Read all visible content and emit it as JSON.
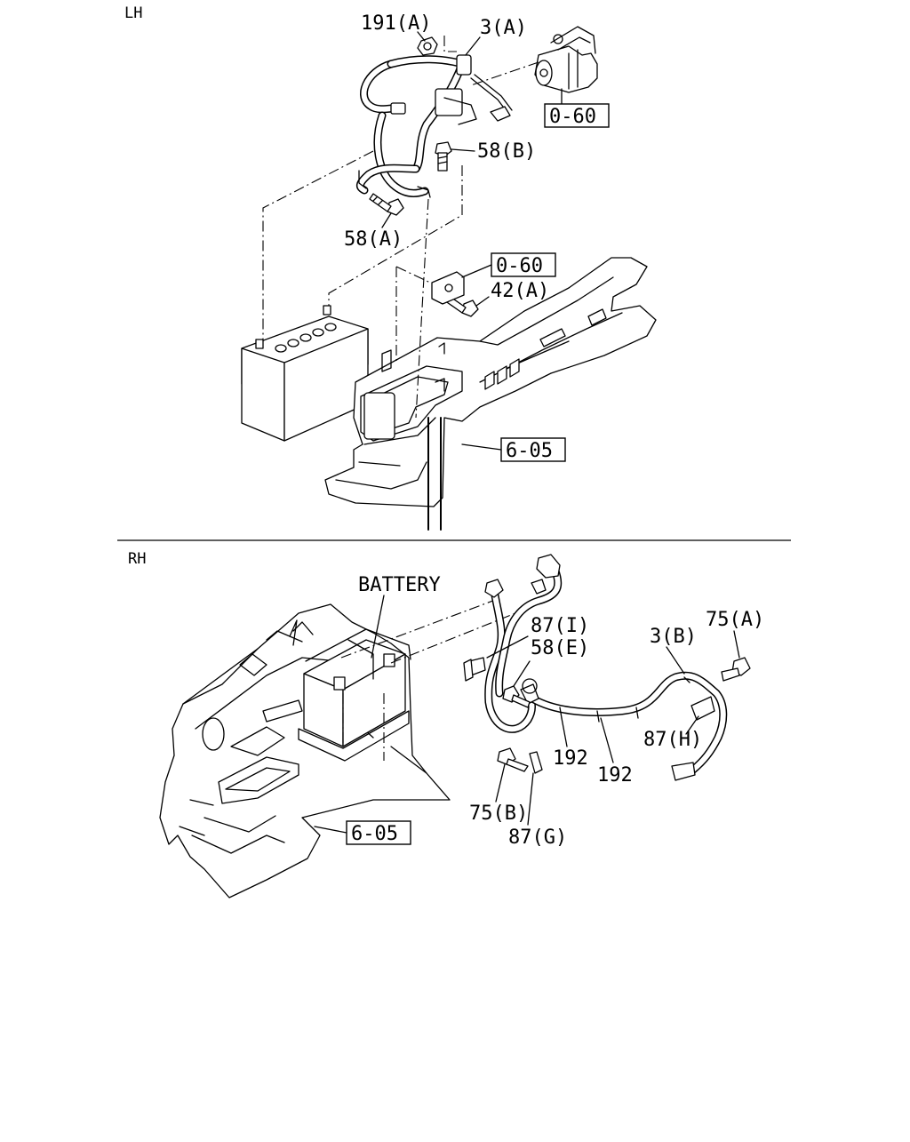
{
  "sections": {
    "lh": {
      "label": "LH"
    },
    "rh": {
      "label": "RH"
    }
  },
  "lh_parts": {
    "p191a": "191(A)",
    "p3a": "3(A)",
    "p58b": "58(B)",
    "p58a": "58(A)",
    "p42a": "42(A)",
    "ref_starter": "0-60",
    "ref_bracket": "0-60",
    "ref_body": "6-05"
  },
  "rh_parts": {
    "battery": "BATTERY",
    "p87i": "87(I)",
    "p58e": "58(E)",
    "p3b": "3(B)",
    "p75a": "75(A)",
    "p87h": "87(H)",
    "p192a": "192",
    "p192b": "192",
    "p75b": "75(B)",
    "p87g": "87(G)",
    "ref_body": "6-05"
  }
}
